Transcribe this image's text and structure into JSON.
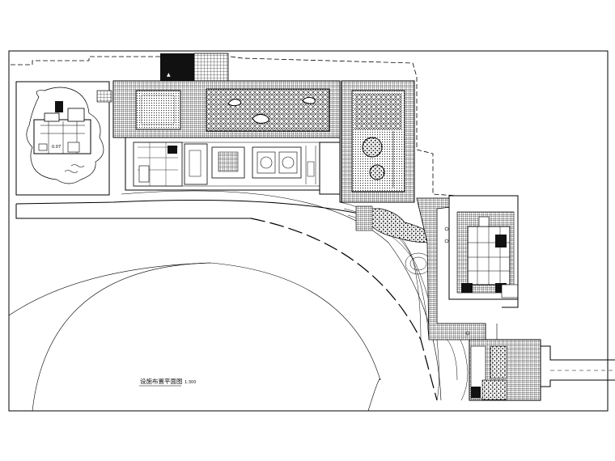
{
  "drawing": {
    "title": "设施布置平面图",
    "scale": "1:300",
    "small_label": "0.07"
  },
  "colors": {
    "line": "#000000",
    "paper": "#ffffff",
    "paving": "#555555",
    "fill_dark": "#111111"
  }
}
